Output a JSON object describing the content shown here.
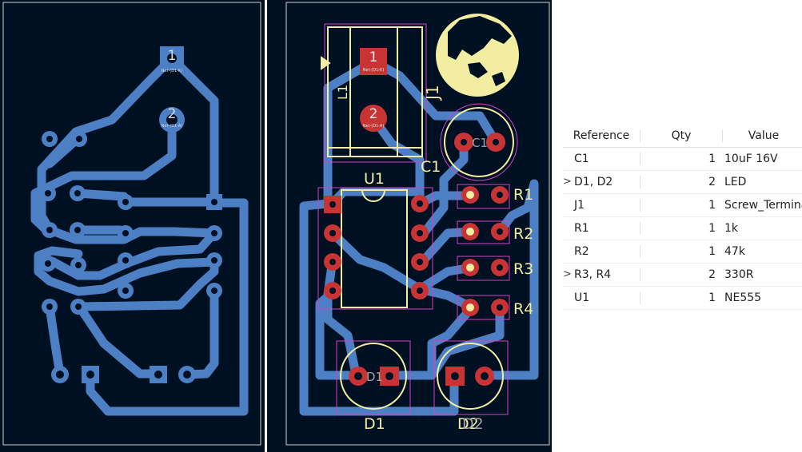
{
  "board_left": {
    "pads": [
      {
        "label": "1",
        "net": "Net-(D1-K)"
      },
      {
        "label": "2",
        "net": "Net-(D1-A)"
      }
    ]
  },
  "board_right": {
    "refs": {
      "J1": "J1",
      "C1": "C1",
      "U1": "U1",
      "R1": "R1",
      "R2": "R2",
      "R3": "R3",
      "R4": "R4",
      "D1": "D1",
      "D2": "D2",
      "L1": "L1",
      "c1_inner": "C1",
      "d1_inner": "D1",
      "d2_inner": "D2"
    },
    "pads": [
      {
        "label": "1",
        "net": "Net-(D1-K)"
      },
      {
        "label": "2",
        "net": "Net-(D1-A)"
      }
    ]
  },
  "bom": {
    "columns": {
      "reference": "Reference",
      "qty": "Qty",
      "value": "Value"
    },
    "sort_indicator": "^",
    "rows": [
      {
        "ref": "C1",
        "qty": "1",
        "value": "10uF 16V",
        "expander": ""
      },
      {
        "ref": "D1, D2",
        "qty": "2",
        "value": "LED",
        "expander": ">"
      },
      {
        "ref": "J1",
        "qty": "1",
        "value": "Screw_Terminal",
        "expander": ""
      },
      {
        "ref": "R1",
        "qty": "1",
        "value": "1k",
        "expander": ""
      },
      {
        "ref": "R2",
        "qty": "1",
        "value": "47k",
        "expander": ""
      },
      {
        "ref": "R3, R4",
        "qty": "2",
        "value": "330R",
        "expander": ">"
      },
      {
        "ref": "U1",
        "qty": "1",
        "value": "NE555",
        "expander": ""
      }
    ]
  },
  "colors": {
    "board_bg": "#001023",
    "edge_cuts": "#d0d2cd",
    "copper_back": "#4d7fc4",
    "copper_front_pad": "#c83434",
    "silkscreen": "#f2eda1",
    "courtyard": "#d642c4"
  }
}
